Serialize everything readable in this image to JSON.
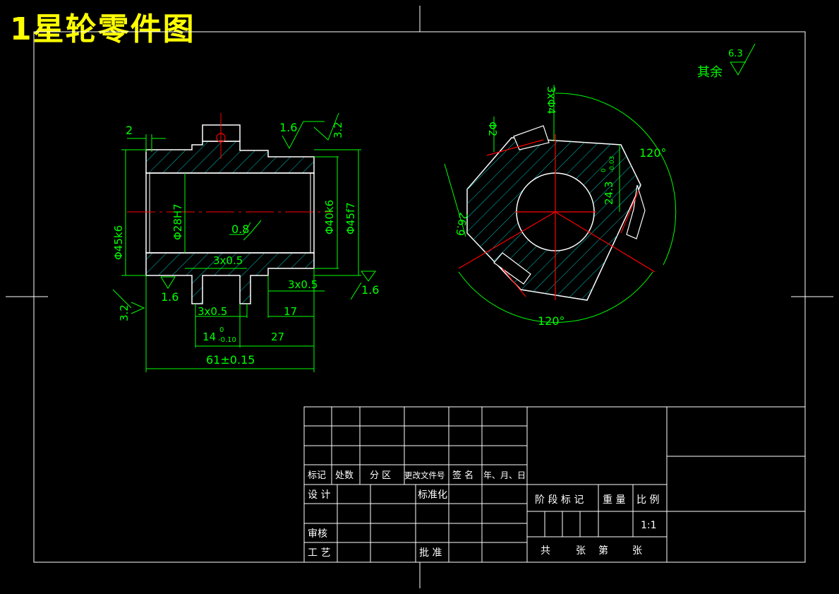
{
  "title": "1星轮零件图",
  "surface_finish": {
    "other_label": "其余",
    "other_value": "6.3",
    "top_16": "1.6",
    "top_32": "3.2",
    "bore_08": "0.8",
    "bottom_16": "1.6",
    "left_32": "3.2",
    "right_16": "1.6"
  },
  "side_view": {
    "dim_2": "2",
    "phi45k6": "Φ45k6",
    "phi28H7": "Φ28H7",
    "phi40k6": "Φ40k6",
    "phi45f7": "Φ45f7",
    "chamfer_top": "3x0.5",
    "chamfer_right": "3x0.5",
    "chamfer_left": "3x0.5",
    "dim_17": "17",
    "dim_14": "14",
    "dim_14_upper": "0",
    "dim_14_lower": "-0.10",
    "dim_27": "27",
    "dim_61": "61±0.15"
  },
  "front_view": {
    "phi2": "Φ2",
    "holes": "3xΦ4",
    "dim_26_9": "26.9",
    "dim_24_3": "24.3",
    "dim_24_3_tol_upper": "0",
    "dim_24_3_tol_lower": "-0.03",
    "angle_top": "120°",
    "angle_bottom": "120°"
  },
  "title_block": {
    "h_biaoji": "标记",
    "h_chushu": "处数",
    "h_fenqu": "分 区",
    "h_gengai": "更改文件号",
    "h_qianming": "签 名",
    "h_date": "年、月、日",
    "sheji": "设 计",
    "biaozhunhua": "标准化",
    "shenhe": "审核",
    "gongyi": "工 艺",
    "pizhun": "批 准",
    "jieduan": "阶 段 标 记",
    "zhongliang": "重 量",
    "bili": "比 例",
    "scale": "1:1",
    "gong": "共",
    "zhang1": "张",
    "di": "第",
    "zhang2": "张"
  },
  "colors": {
    "background": "#000000",
    "outline": "#ffffff",
    "dimension": "#00ff00",
    "centerline": "#ff0000",
    "hatch": "#00c8c8",
    "title": "#ffff00"
  }
}
